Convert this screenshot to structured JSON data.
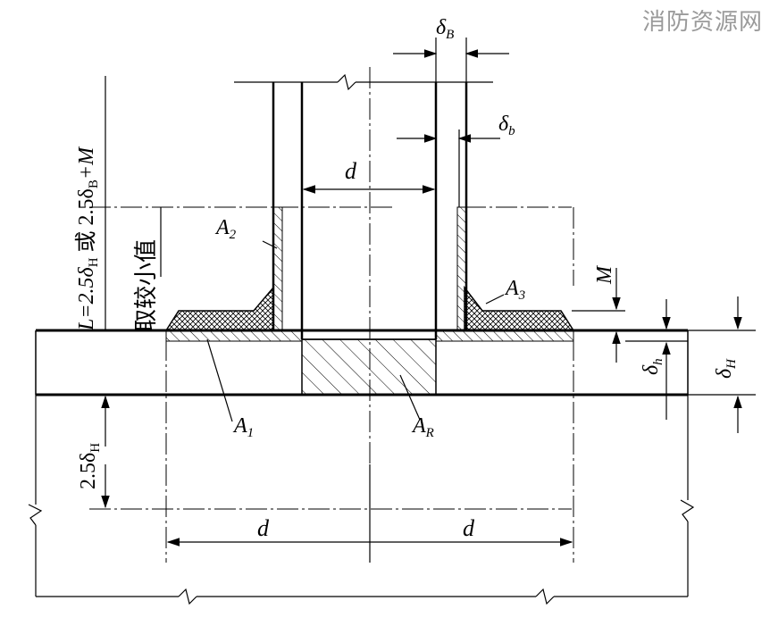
{
  "watermark": "消防资源网",
  "labels": {
    "delta_B": "δ",
    "delta_B_sub": "B",
    "delta_b": "δ",
    "delta_b_sub": "b",
    "d": "d",
    "A2": "A",
    "A2_sub": "2",
    "A3": "A",
    "A3_sub": "3",
    "A1": "A",
    "A1_sub": "1",
    "AR": "A",
    "AR_sub": "R",
    "M": "M",
    "delta_h": "δ",
    "delta_h_sub": "h",
    "delta_H": "δ",
    "delta_H_sub": "H",
    "bottom_25": "2.5δ",
    "bottom_25_sub": "H",
    "d_left": "d",
    "d_right": "d",
    "L_formula_a": "L=2.5δ",
    "L_formula_sub1": "H",
    "L_formula_b": " 或 2.5δ",
    "L_formula_sub2": "B",
    "L_formula_c": "+M",
    "L_note": "取较小值"
  },
  "colors": {
    "line": "#000000",
    "watermark": "#9a9a9a"
  }
}
